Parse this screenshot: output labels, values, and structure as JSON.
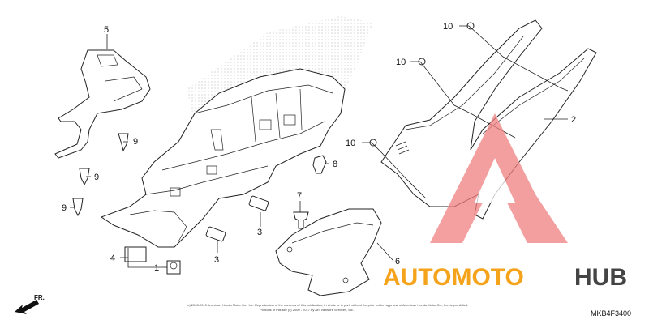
{
  "callouts": {
    "c1": "1",
    "c2": "2",
    "c3a": "3",
    "c3b": "3",
    "c4": "4",
    "c5": "5",
    "c6": "6",
    "c7": "7",
    "c8": "8",
    "c9a": "9",
    "c9b": "9",
    "c9c": "9",
    "c10a": "10",
    "c10b": "10",
    "c10c": "10"
  },
  "diagram_code": "MKB4F3400",
  "direction_label": "FR.",
  "copyright_line1": "(c) 2003-2010 American Honda Motor Co., Inc. Reproduction of the contents of this publication, in whole or in part, without the prior written approval of American Honda Motor Co., Inc. is prohibited.",
  "copyright_line2": "Portions of this site (c) 2000 - 2017 by ARI Network Services, Inc.",
  "watermark": {
    "part1": "AUTOMOTO",
    "part2": "HUB",
    "color_orange": "#f5a31a",
    "color_dark": "#444444",
    "color_logo": "#f08080"
  }
}
